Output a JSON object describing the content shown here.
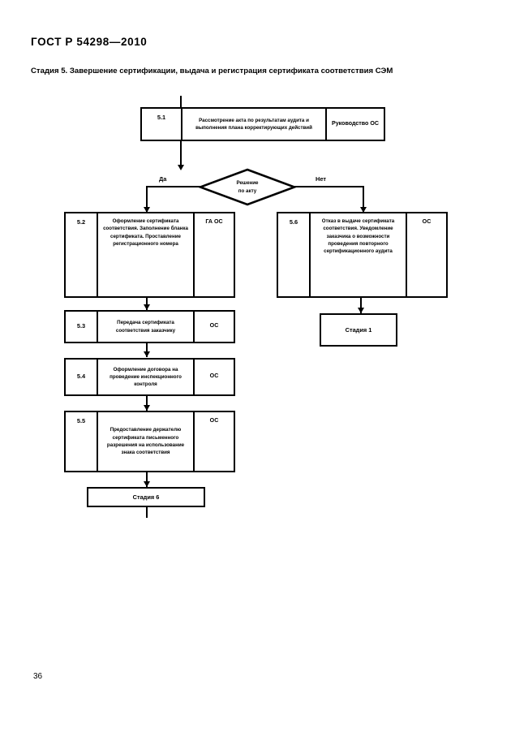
{
  "document": {
    "standard_title": "ГОСТ Р 54298—2010",
    "stage_heading": "Стадия 5. Завершение сертификации, выдача и регистрация сертификата соответствия СЭМ",
    "page_number": "36"
  },
  "flowchart": {
    "type": "process-flow-diagram",
    "decision": {
      "label_line1": "Решение",
      "label_line2": "по акту",
      "yes_label": "Да",
      "no_label": "Нет"
    },
    "nodes": [
      {
        "id": "5.1",
        "number": "5.1",
        "text": "Рассмотрение акта по результатам аудита и выполнения плана корректирующих действий",
        "actor": "Руководство ОС"
      },
      {
        "id": "5.2",
        "number": "5.2",
        "text": "Оформление сертификата соответствия. Заполнение бланка сертификата. Проставление регистрационного номера",
        "actor": "ГА ОС"
      },
      {
        "id": "5.3",
        "number": "5.3",
        "text": "Передача сертификата соответствия заказчику",
        "actor": "ОС"
      },
      {
        "id": "5.4",
        "number": "5.4",
        "text": "Оформление договора на проведение инспекционного контроля",
        "actor": "ОС"
      },
      {
        "id": "5.5",
        "number": "5.5",
        "text": "Предоставление держателю сертификата письменного разрешения на использование знака соответствия",
        "actor": "ОС"
      },
      {
        "id": "5.6",
        "number": "5.6",
        "text": "Отказ в выдаче сертификата соответствия. Уведомление заказчика о возможности проведения повторного сертификационного аудита",
        "actor": "ОС"
      }
    ],
    "terminators": [
      {
        "id": "stage-6",
        "label": "Стадия 6"
      },
      {
        "id": "stage-1",
        "label": "Стадия 1"
      }
    ],
    "colors": {
      "line": "#000000",
      "background": "#ffffff",
      "text": "#000000"
    }
  }
}
